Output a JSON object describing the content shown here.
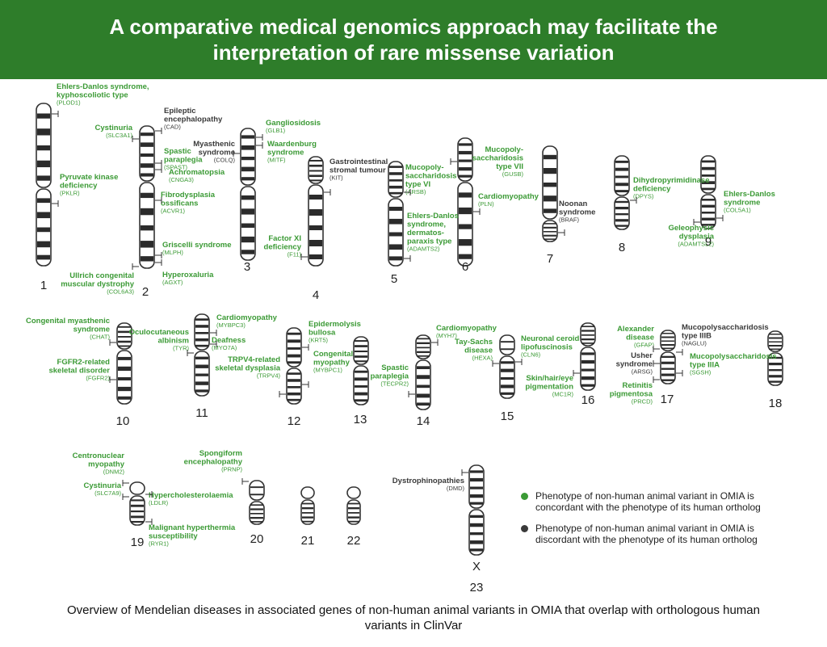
{
  "title": "A comparative medical genomics approach may facilitate the interpretation of rare missense variation",
  "caption": "Overview of Mendelian diseases in associated genes of non-human animal variants in OMIA that overlap with orthologous human variants in ClinVar",
  "colors": {
    "concordant": "#3b9a35",
    "discordant": "#3a3a3a",
    "header": "#2e7d2a"
  },
  "legend": [
    {
      "status": "concordant",
      "label_line1": "Phenotype of non-human animal variant in OMIA is",
      "label_line2": "concordant with the phenotype of its human ortholog"
    },
    {
      "status": "discordant",
      "label_line1": "Phenotype of non-human animal variant in OMIA is",
      "label_line2": "discordant with the phenotype of its human ortholog"
    }
  ],
  "chromosomes": [
    {
      "id": "1",
      "label": "1"
    },
    {
      "id": "2",
      "label": "2"
    },
    {
      "id": "3",
      "label": "3"
    },
    {
      "id": "4",
      "label": "4"
    },
    {
      "id": "5",
      "label": "5"
    },
    {
      "id": "6",
      "label": "6"
    },
    {
      "id": "7",
      "label": "7"
    },
    {
      "id": "8",
      "label": "8"
    },
    {
      "id": "9",
      "label": "9"
    },
    {
      "id": "10",
      "label": "10"
    },
    {
      "id": "11",
      "label": "11"
    },
    {
      "id": "12",
      "label": "12"
    },
    {
      "id": "13",
      "label": "13"
    },
    {
      "id": "14",
      "label": "14"
    },
    {
      "id": "15",
      "label": "15"
    },
    {
      "id": "16",
      "label": "16"
    },
    {
      "id": "17",
      "label": "17"
    },
    {
      "id": "18",
      "label": "18"
    },
    {
      "id": "19",
      "label": "19"
    },
    {
      "id": "20",
      "label": "20"
    },
    {
      "id": "21",
      "label": "21"
    },
    {
      "id": "22",
      "label": "22"
    },
    {
      "id": "X",
      "label": "X"
    },
    {
      "id": "23",
      "label": "23"
    }
  ],
  "annotations": [
    {
      "chrom": "1",
      "disease": [
        "Ehlers-Danlos syndrome,",
        "kyphoscoliotic type"
      ],
      "gene": "(PLOD1)",
      "status": "concordant"
    },
    {
      "chrom": "1",
      "disease": [
        "Pyruvate kinase",
        "deficiency"
      ],
      "gene": "(PKLR)",
      "status": "concordant"
    },
    {
      "chrom": "2",
      "disease": [
        "Cystinuria"
      ],
      "gene": "(SLC3A1)",
      "status": "concordant"
    },
    {
      "chrom": "2",
      "disease": [
        "Epileptic",
        "encephalopathy"
      ],
      "gene": "(CAD)",
      "status": "discordant"
    },
    {
      "chrom": "2",
      "disease": [
        "Spastic",
        "paraplegia"
      ],
      "gene": "(SPAST)",
      "status": "concordant"
    },
    {
      "chrom": "2",
      "disease": [
        "Achromatopsia"
      ],
      "gene": "(CNGA3)",
      "status": "concordant"
    },
    {
      "chrom": "2",
      "disease": [
        "Fibrodysplasia",
        "ossificans"
      ],
      "gene": "(ACVR1)",
      "status": "concordant"
    },
    {
      "chrom": "2",
      "disease": [
        "Griscelli syndrome"
      ],
      "gene": "(MLPH)",
      "status": "concordant"
    },
    {
      "chrom": "2",
      "disease": [
        "Hyperoxaluria"
      ],
      "gene": "(AGXT)",
      "status": "concordant"
    },
    {
      "chrom": "2",
      "disease": [
        "Ullrich congenital",
        "muscular dystrophy"
      ],
      "gene": "(COL6A3)",
      "status": "concordant"
    },
    {
      "chrom": "3",
      "disease": [
        "Gangliosidosis"
      ],
      "gene": "(GLB1)",
      "status": "concordant"
    },
    {
      "chrom": "3",
      "disease": [
        "Myasthenic",
        "syndrome"
      ],
      "gene": "(COLQ)",
      "status": "discordant"
    },
    {
      "chrom": "3",
      "disease": [
        "Waardenburg",
        "syndrome"
      ],
      "gene": "(MITF)",
      "status": "concordant"
    },
    {
      "chrom": "4",
      "disease": [
        "Gastrointestinal",
        "stromal tumour"
      ],
      "gene": "(KIT)",
      "status": "discordant"
    },
    {
      "chrom": "4",
      "disease": [
        "Factor XI",
        "deficiency"
      ],
      "gene": "(F11)",
      "status": "concordant"
    },
    {
      "chrom": "5",
      "disease": [
        "Mucopoly-",
        "saccharidosis",
        "type VI"
      ],
      "gene": "(ARSB)",
      "status": "concordant"
    },
    {
      "chrom": "5",
      "disease": [
        "Ehlers-Danlos",
        "syndrome,",
        "dermatos-",
        "paraxis type"
      ],
      "gene": "(ADAMTS2)",
      "status": "concordant"
    },
    {
      "chrom": "6",
      "disease": [
        "Mucopoly-",
        "saccharidosis",
        "type VII"
      ],
      "gene": "(GUSB)",
      "status": "concordant"
    },
    {
      "chrom": "6",
      "disease": [
        "Cardiomyopathy"
      ],
      "gene": "(PLN)",
      "status": "concordant"
    },
    {
      "chrom": "7",
      "disease": [
        "Noonan",
        "syndrome"
      ],
      "gene": "(BRAF)",
      "status": "discordant"
    },
    {
      "chrom": "8",
      "disease": [
        "Dihydropyrimidinase",
        "deficiency"
      ],
      "gene": "(DPYS)",
      "status": "concordant"
    },
    {
      "chrom": "8",
      "disease": [
        "Geleophysic",
        "dysplasia"
      ],
      "gene": "(ADAMTSL2)",
      "status": "concordant"
    },
    {
      "chrom": "9",
      "disease": [
        "Ehlers-Danlos",
        "syndrome"
      ],
      "gene": "(COL5A1)",
      "status": "concordant"
    },
    {
      "chrom": "10",
      "disease": [
        "Congenital myasthenic",
        "syndrome"
      ],
      "gene": "(CHAT)",
      "status": "concordant"
    },
    {
      "chrom": "10",
      "disease": [
        "FGFR2-related",
        "skeletal disorder"
      ],
      "gene": "(FGFR2)",
      "status": "concordant"
    },
    {
      "chrom": "11",
      "disease": [
        "Cardiomyopathy"
      ],
      "gene": "(MYBPC3)",
      "status": "concordant"
    },
    {
      "chrom": "11",
      "disease": [
        "Oculocutaneous",
        "albinism"
      ],
      "gene": "(TYR)",
      "status": "concordant"
    },
    {
      "chrom": "11",
      "disease": [
        "Deafness"
      ],
      "gene": "(MYO7A)",
      "status": "concordant"
    },
    {
      "chrom": "12",
      "disease": [
        "Epidermolysis",
        "bullosa"
      ],
      "gene": "(KRT5)",
      "status": "concordant"
    },
    {
      "chrom": "12",
      "disease": [
        "TRPV4-related",
        "skeletal dysplasia"
      ],
      "gene": "(TRPV4)",
      "status": "concordant"
    },
    {
      "chrom": "12",
      "disease": [
        "Congenital",
        "myopathy"
      ],
      "gene": "(MYBPC1)",
      "status": "concordant"
    },
    {
      "chrom": "14",
      "disease": [
        "Cardiomyopathy"
      ],
      "gene": "(MYH7)",
      "status": "concordant"
    },
    {
      "chrom": "14",
      "disease": [
        "Spastic",
        "paraplegia"
      ],
      "gene": "(TECPR2)",
      "status": "concordant"
    },
    {
      "chrom": "15",
      "disease": [
        "Tay-Sachs",
        "disease"
      ],
      "gene": "(HEXA)",
      "status": "concordant"
    },
    {
      "chrom": "15",
      "disease": [
        "Neuronal ceroid",
        "lipofuscinosis"
      ],
      "gene": "(CLN6)",
      "status": "concordant"
    },
    {
      "chrom": "16",
      "disease": [
        "Skin/hair/eye",
        "pigmentation"
      ],
      "gene": "(MC1R)",
      "status": "concordant"
    },
    {
      "chrom": "17",
      "disease": [
        "Alexander",
        "disease"
      ],
      "gene": "(GFAP)",
      "status": "concordant"
    },
    {
      "chrom": "17",
      "disease": [
        "Mucopolysaccharidosis",
        "type IIIB"
      ],
      "gene": "(NAGLU)",
      "status": "discordant"
    },
    {
      "chrom": "17",
      "disease": [
        "Usher",
        "syndrome"
      ],
      "gene": "(ARSG)",
      "status": "discordant"
    },
    {
      "chrom": "17",
      "disease": [
        "Mucopolysaccharidosis",
        "type IIIA"
      ],
      "gene": "(SGSH)",
      "status": "concordant"
    },
    {
      "chrom": "17",
      "disease": [
        "Retinitis",
        "pigmentosa"
      ],
      "gene": "(PRCD)",
      "status": "concordant"
    },
    {
      "chrom": "19",
      "disease": [
        "Centronuclear",
        "myopathy"
      ],
      "gene": "(DNM2)",
      "status": "concordant"
    },
    {
      "chrom": "19",
      "disease": [
        "Cystinuria"
      ],
      "gene": "(SLC7A9)",
      "status": "concordant"
    },
    {
      "chrom": "19",
      "disease": [
        "Hypercholesterolaemia"
      ],
      "gene": "(LDLR)",
      "status": "concordant"
    },
    {
      "chrom": "19",
      "disease": [
        "Malignant hyperthermia",
        "susceptibility"
      ],
      "gene": "(RYR1)",
      "status": "concordant"
    },
    {
      "chrom": "20",
      "disease": [
        "Spongiform",
        "encephalopathy"
      ],
      "gene": "(PRNP)",
      "status": "concordant"
    },
    {
      "chrom": "X",
      "disease": [
        "Dystrophinopathies"
      ],
      "gene": "(DMD)",
      "status": "discordant"
    }
  ]
}
